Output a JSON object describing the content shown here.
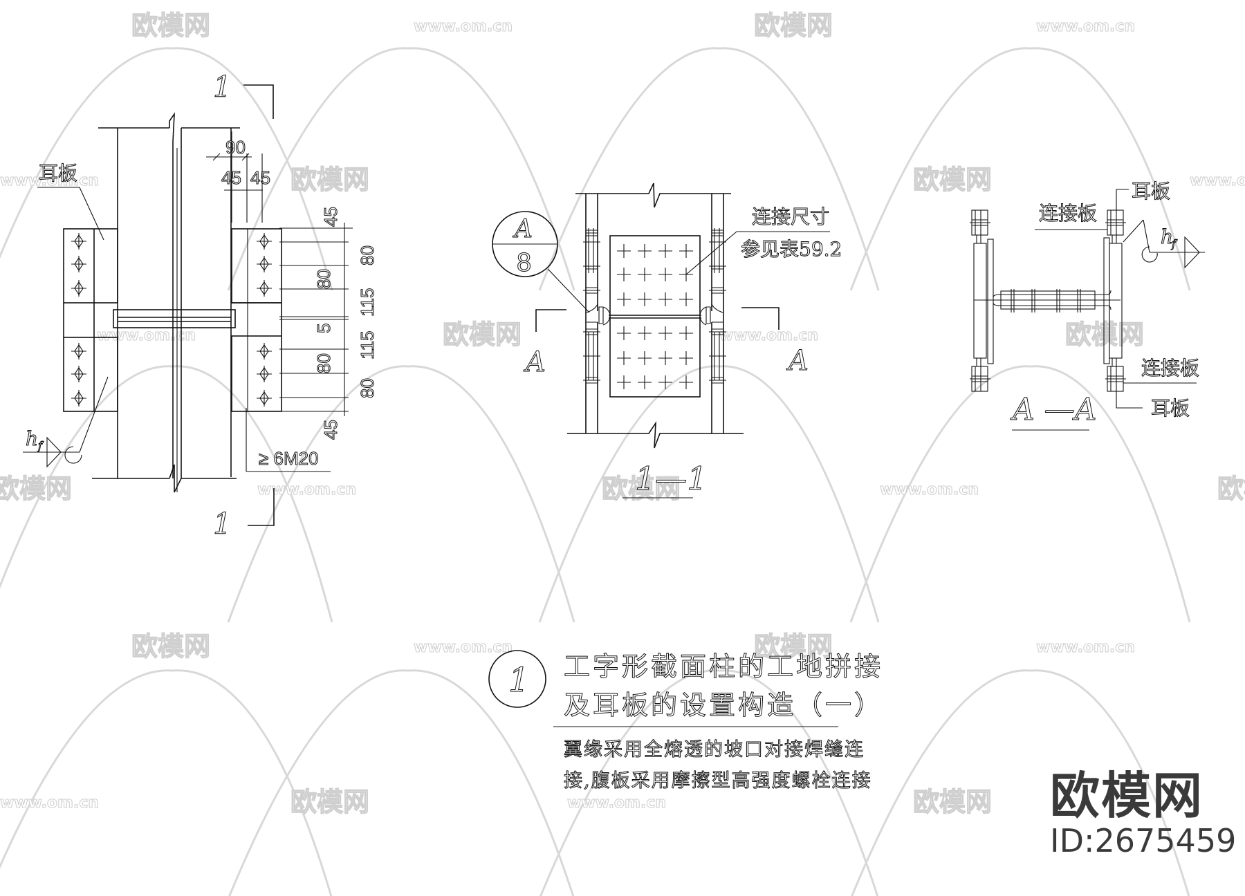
{
  "watermark": {
    "logo_text": "欧模网",
    "url_text": "www.om.cn",
    "color": "#cfcfcf"
  },
  "elevation_view": {
    "section_mark_top": "1",
    "section_mark_bottom": "1",
    "label_ear_plate": "耳板",
    "dim_top_total": "90",
    "dim_top_left": "45",
    "dim_top_right": "45",
    "dims_left_column": [
      "45",
      "80",
      "5",
      "80",
      "45"
    ],
    "dims_right_column": [
      "80",
      "115",
      "115",
      "80"
    ],
    "weld_symbol": "h",
    "weld_symbol_sub": "f",
    "bolt_note": "≥ 6M20"
  },
  "section_1_1": {
    "detail_bubble_top": "A",
    "detail_bubble_bottom": "8",
    "cut_label_left": "A",
    "cut_label_right": "A",
    "note_line1": "连接尺寸",
    "note_line2": "参见表59.2",
    "title": "1—1"
  },
  "section_a_a": {
    "label_ear_plate_top": "耳板",
    "label_conn_plate_top": "连接板",
    "label_conn_plate_bottom": "连接板",
    "label_ear_plate_bottom": "耳板",
    "weld_symbol": "h",
    "weld_symbol_sub": "f",
    "title": "A —A"
  },
  "title_block": {
    "number": "1",
    "title_line1": "工字形截面柱的工地拼接",
    "title_line2": "及耳板的设置构造（一）",
    "desc_line1": "翼缘采用全熔透的坡口对接焊缝连",
    "desc_line2": "接,腹板采用摩擦型高强度螺栓连接"
  },
  "brand": {
    "name": "欧模网",
    "id": "ID:2675459",
    "color": "#3a3a3a"
  }
}
